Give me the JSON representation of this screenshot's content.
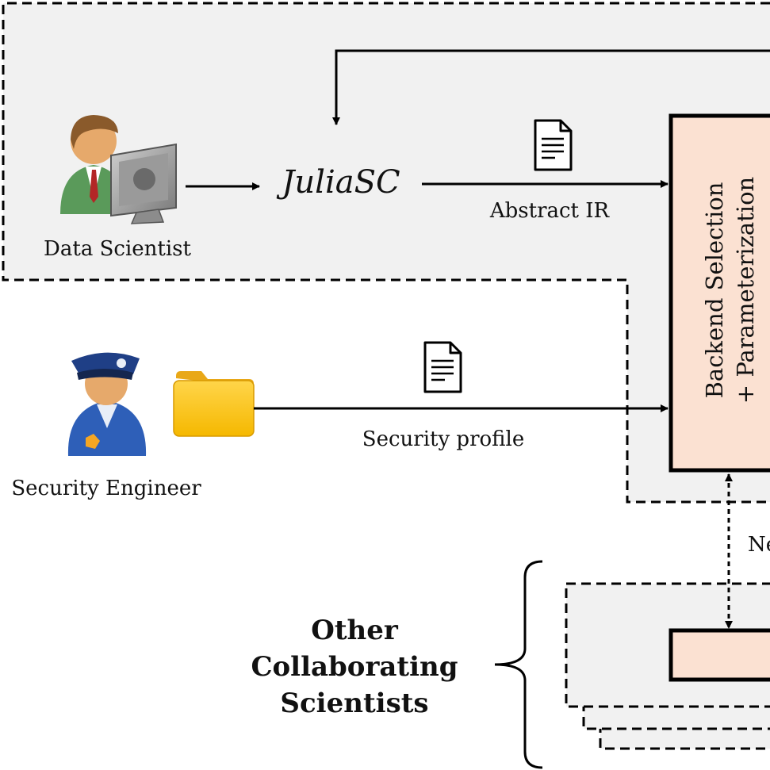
{
  "labels": {
    "tool_name": "JuliaSC",
    "data_scientist": "Data Scientist",
    "security_engineer": "Security Engineer",
    "abstract_ir": "Abstract IR",
    "security_profile": "Security profile",
    "backend_line1": "Backend Selection",
    "backend_line2": "+ Parameterization",
    "network_partial": "Ne",
    "other_line1": "Other",
    "other_line2": "Collaborating",
    "other_line3": "Scientists"
  },
  "colors": {
    "region_fill": "#f1f1f1",
    "node_fill": "#fbe1d2",
    "line": "#000000",
    "folder": "#ffc726",
    "scientist_shirt": "#5a9a5a",
    "engineer_uniform": "#2e5fb8"
  },
  "icons": {
    "data_scientist": "person-at-computer-icon",
    "security_engineer": "police-officer-icon",
    "folder": "folder-icon",
    "document": "document-icon"
  }
}
